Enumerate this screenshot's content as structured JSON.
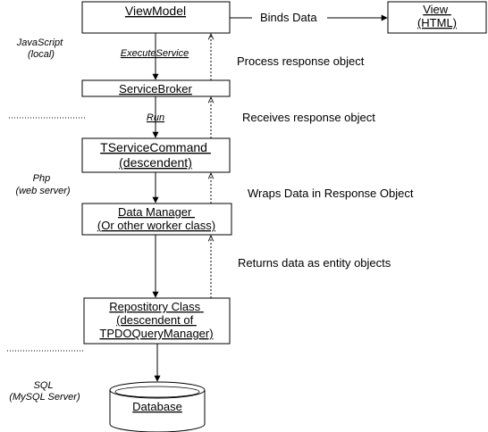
{
  "layers": {
    "client": [
      "JavaScript",
      "(local)"
    ],
    "server": [
      "Php",
      "(web server)"
    ],
    "database": [
      "SQL",
      "(MySQL Server)"
    ]
  },
  "nodes": {
    "viewmodel": [
      "ViewModel"
    ],
    "view": [
      "View",
      "(HTML)"
    ],
    "servicebroker": [
      "ServiceBroker"
    ],
    "tservicecommand": [
      "TServiceCommand",
      "(descendent)"
    ],
    "datamanager": [
      "Data Manager",
      "(Or other worker class)"
    ],
    "repository": [
      "Repostitory Class",
      "(descendent of",
      "TPDOQueryManager)"
    ],
    "database": [
      "Database"
    ]
  },
  "calls": {
    "execute_service": "ExecuteService",
    "run": "Run"
  },
  "annotations": {
    "binds_data": "Binds Data",
    "process_response": "Process response object",
    "receives_response": "Receives response object",
    "wraps_data": "Wraps Data in Response Object",
    "returns_data": "Returns data as entity objects"
  }
}
